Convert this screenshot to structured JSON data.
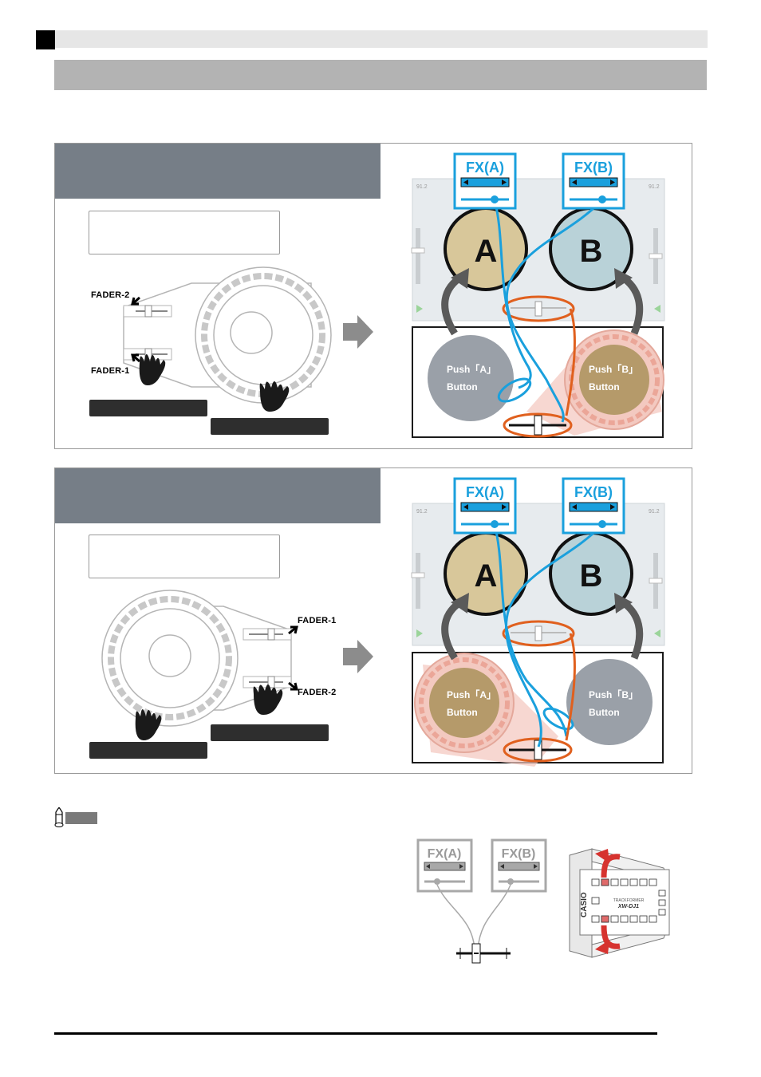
{
  "labels": {
    "fader_1": "FADER-1",
    "fader_2": "FADER-2",
    "fx_a": "FX(A)",
    "fx_b": "FX(B)",
    "deck_a": "A",
    "deck_b": "B",
    "push_a": "Push「A」",
    "push_b": "Push「B」",
    "button_word": "Button"
  },
  "panel_1": {
    "highlighted_button": "B"
  },
  "panel_2": {
    "highlighted_button": "A"
  },
  "device": {
    "brand": "CASIO",
    "model": "XW-DJ1",
    "series": "TRACKFORMER"
  },
  "colors": {
    "fx_blue": "#1aa0dd",
    "orange": "#e0601e",
    "panel_head": "#767e87",
    "gray_button": "#9aa0a8",
    "highlight_fill": "#b59a6a",
    "arrow_gray": "#5a5a5a"
  }
}
